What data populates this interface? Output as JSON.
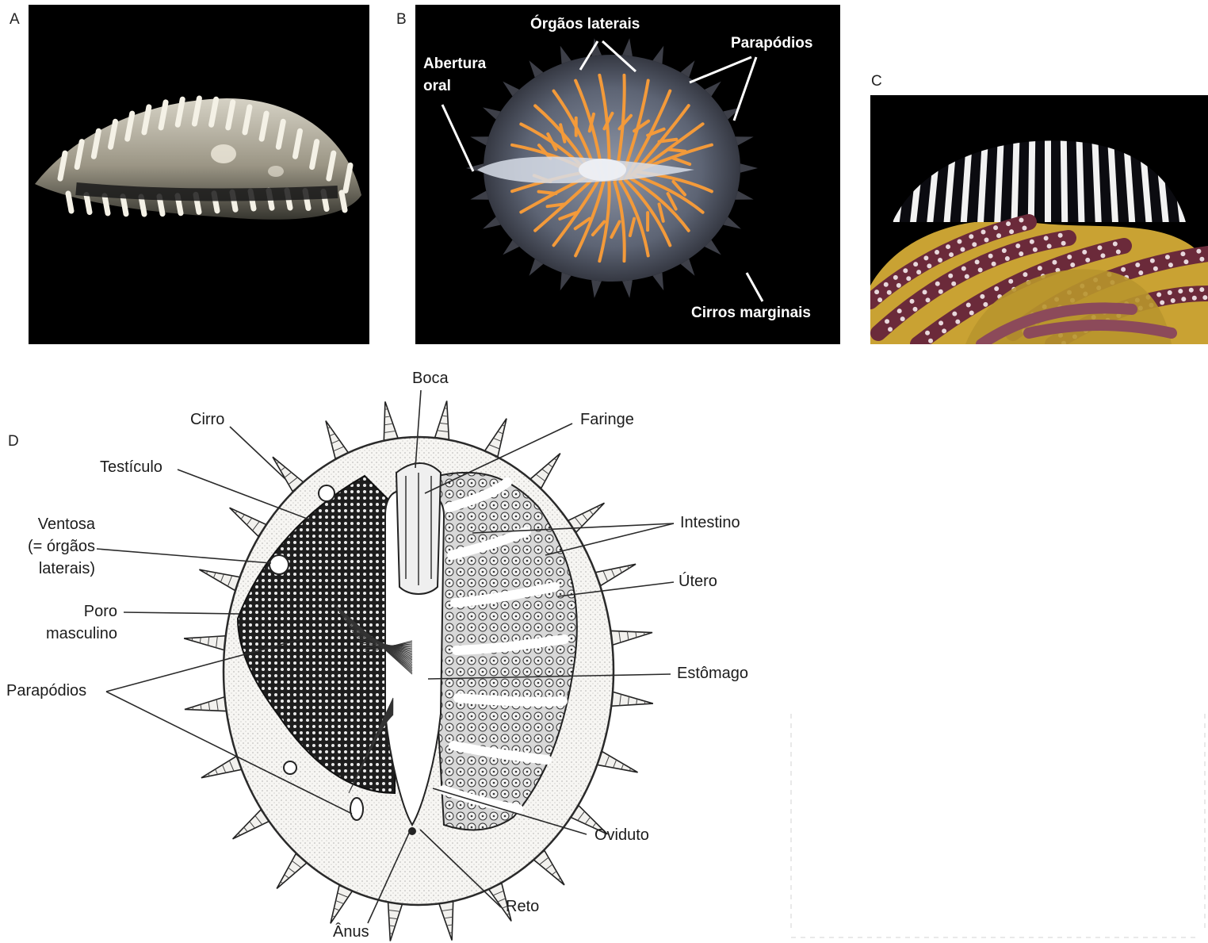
{
  "panel_a": {
    "letter": "A"
  },
  "panel_b": {
    "letter": "B",
    "labels": {
      "abertura_line1": "Abertura",
      "abertura_line2": "oral",
      "orgaos_laterais": "Órgãos laterais",
      "parapodios": "Parapódios",
      "cirros_marginais": "Cirros marginais"
    }
  },
  "panel_c": {
    "letter": "C"
  },
  "panel_d": {
    "letter": "D",
    "labels": {
      "boca": "Boca",
      "cirro": "Cirro",
      "faringe": "Faringe",
      "testiculo": "Testículo",
      "ventosa_line1": "Ventosa",
      "ventosa_line2": "(= órgãos",
      "ventosa_line3": "laterais)",
      "intestino": "Intestino",
      "utero": "Útero",
      "poro_line1": "Poro",
      "poro_line2": "masculino",
      "estomago": "Estômago",
      "parapodios": "Parapódios",
      "oviduto": "Oviduto",
      "reto": "Reto",
      "anus": "Ânus"
    }
  },
  "colors": {
    "photo_background": "#000000",
    "branch_orange": "#f39a3a",
    "stripe_white": "#f2f2f2",
    "crinoid_yellow": "#c9a233",
    "crinoid_purple": "#6b2a3a"
  }
}
